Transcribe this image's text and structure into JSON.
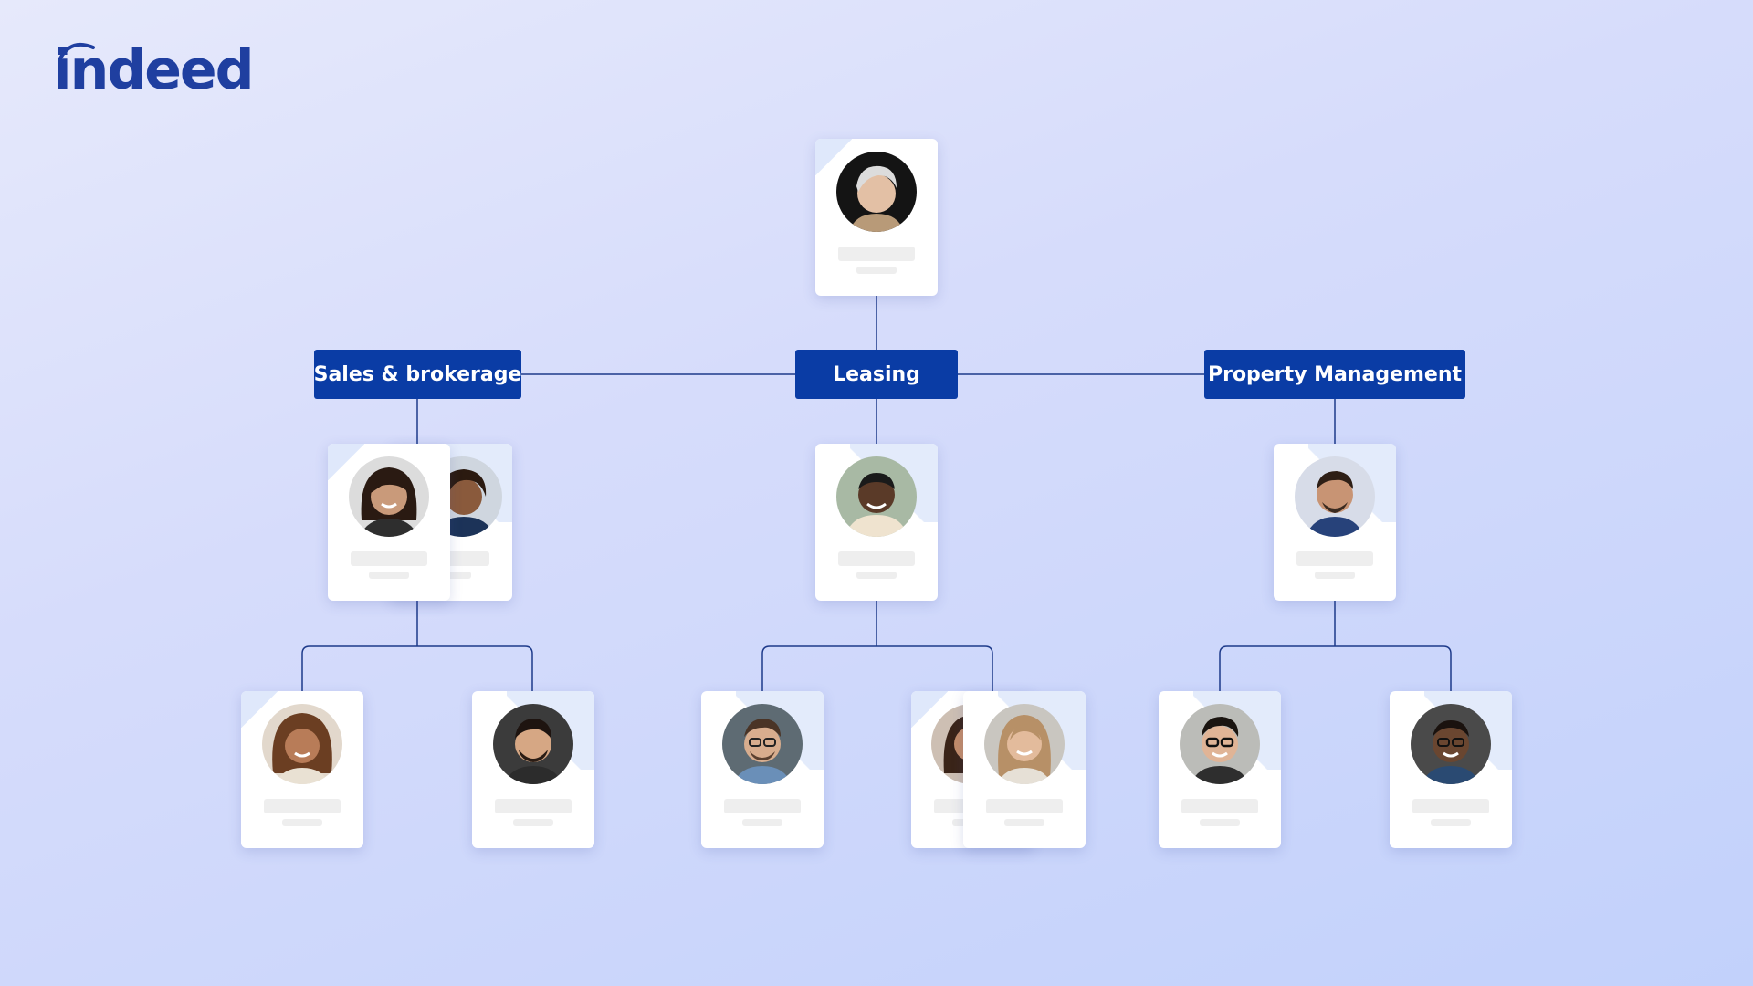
{
  "brand": {
    "logo_text": "indeed",
    "logo_color": "#1f3fa0"
  },
  "departments": {
    "sales": {
      "label": "Sales & brokerage"
    },
    "leasing": {
      "label": "Leasing"
    },
    "property": {
      "label": "Property Management"
    }
  },
  "colors": {
    "dept_fill": "#0a3ca5",
    "connector": "#1d3a8a",
    "card": "#ffffff",
    "placeholder": "#eeeeee"
  }
}
